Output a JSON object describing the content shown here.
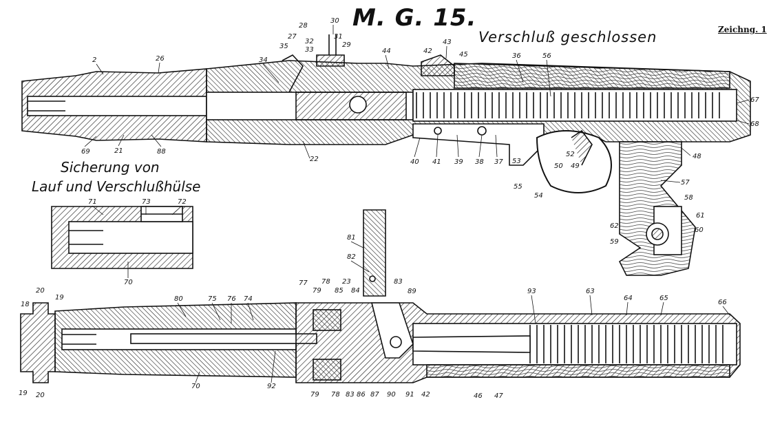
{
  "title": "M. G. 15.",
  "subtitle": "Verschluß geschlossen",
  "plate_label": "Zeichng. 1",
  "inset_title_line1": "Sicherung von",
  "inset_title_line2": "Lauf und Verschlußhülse",
  "callouts_top": [
    "2",
    "26",
    "69",
    "21",
    "88",
    "34",
    "35",
    "27",
    "28",
    "32",
    "33",
    "30",
    "31",
    "29",
    "22",
    "44",
    "42",
    "43",
    "45",
    "36",
    "56",
    "40",
    "41",
    "39",
    "38",
    "37",
    "53",
    "55",
    "54",
    "50",
    "52",
    "49",
    "48",
    "57",
    "58",
    "61",
    "60",
    "62",
    "59",
    "67",
    "68"
  ],
  "callouts_inset": [
    "71",
    "73",
    "72",
    "70"
  ],
  "callouts_bottom": [
    "20",
    "19",
    "18",
    "19",
    "20",
    "80",
    "75",
    "76",
    "74",
    "70",
    "92",
    "81",
    "82",
    "77",
    "78",
    "79",
    "23",
    "85",
    "84",
    "83",
    "89",
    "93",
    "63",
    "64",
    "65",
    "66",
    "79",
    "78",
    "83",
    "86",
    "87",
    "90",
    "91",
    "42",
    "46",
    "47"
  ]
}
